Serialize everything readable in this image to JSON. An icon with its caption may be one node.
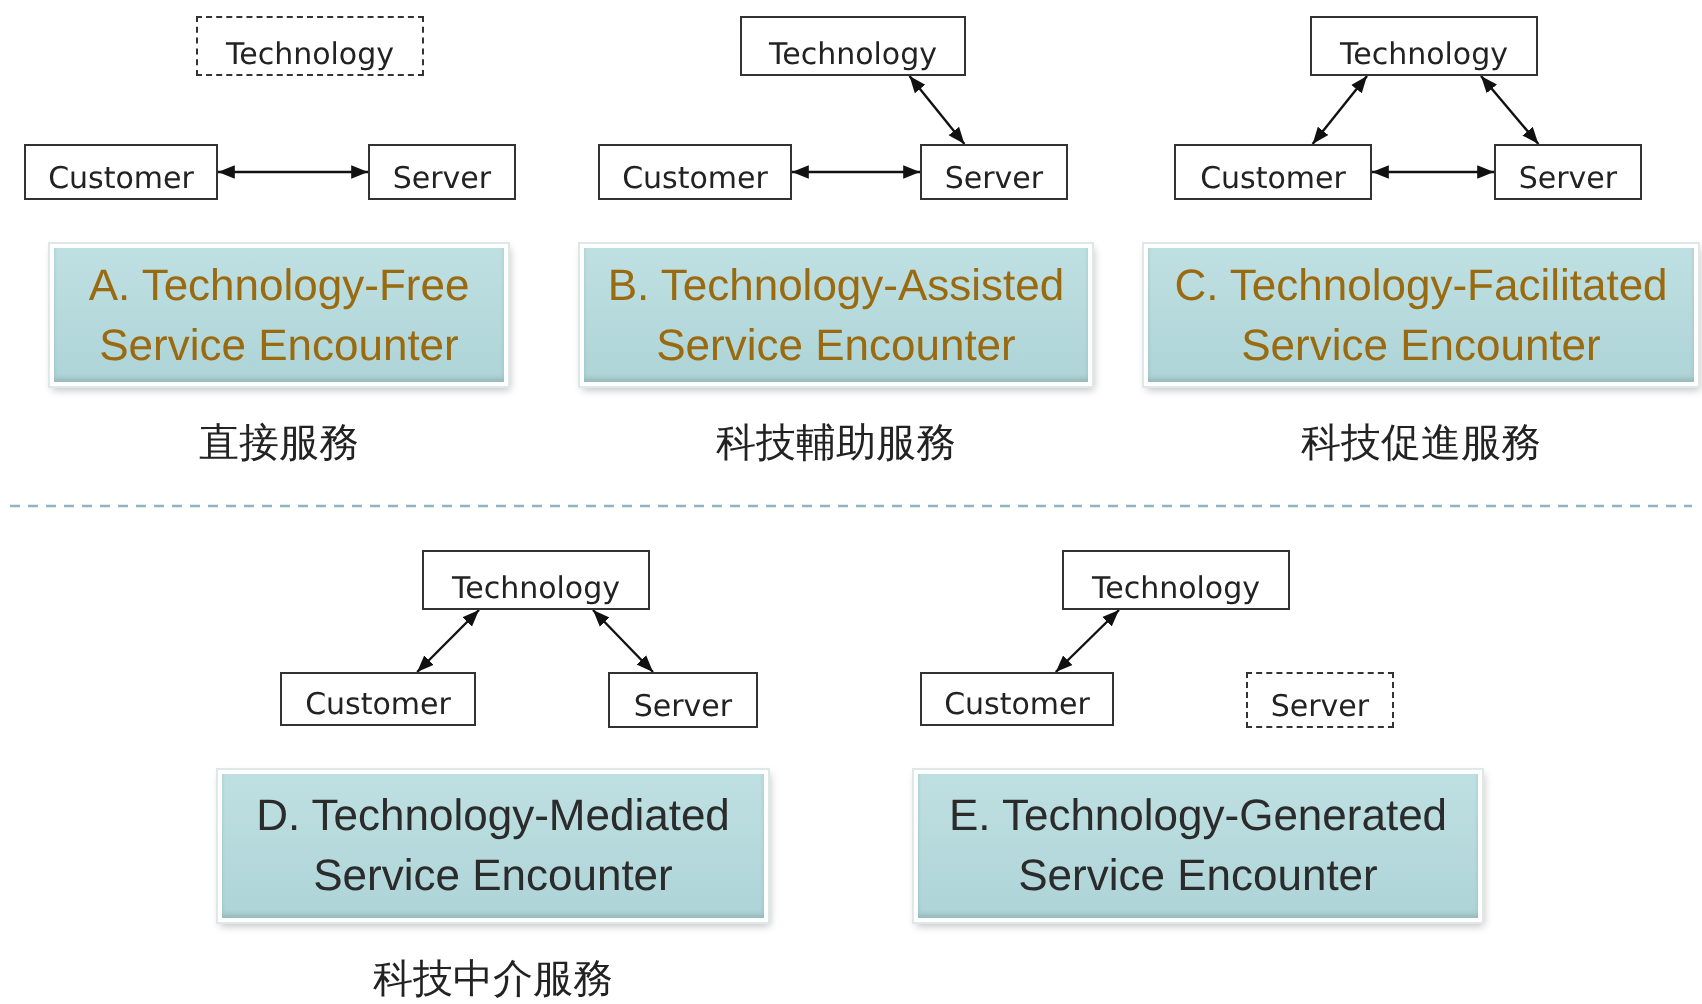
{
  "diagram": {
    "nodes": [
      {
        "text": [
          "Technology"
        ]
      },
      {
        "text": [
          "Customer"
        ]
      },
      {
        "text": [
          "Server"
        ]
      },
      {
        "text": [
          "A. Technology-Free Service Encounter"
        ],
        "beside": [
          "直接服務"
        ]
      },
      {
        "text": [
          "Technology"
        ]
      },
      {
        "text": [
          "Customer"
        ]
      },
      {
        "text": [
          "Server"
        ]
      },
      {
        "text": [
          "B. Technology-Assisted Service Encounter"
        ],
        "beside": [
          "科技輔助服務"
        ]
      },
      {
        "text": [
          "Technology"
        ]
      },
      {
        "text": [
          "Customer"
        ]
      },
      {
        "text": [
          "Server"
        ]
      },
      {
        "text": [
          "C. Technology-Facilitated Service Encounter"
        ],
        "beside": [
          "科技促進服務"
        ]
      },
      {
        "text": [
          "Technology"
        ]
      },
      {
        "text": [
          "Customer"
        ]
      },
      {
        "text": [
          "Server"
        ]
      },
      {
        "text": [
          "D. Technology-Mediated Service Encounter"
        ],
        "beside": [
          "科技中介服務"
        ]
      },
      {
        "text": [
          "Technology"
        ]
      },
      {
        "text": [
          "Customer"
        ]
      },
      {
        "text": [
          "Server"
        ]
      },
      {
        "text": [
          "E. Technology-Generated Service Encounter"
        ]
      }
    ],
    "edges": [
      {
        "from": 1,
        "to": 2,
        "arrow": "both"
      },
      {
        "from": 5,
        "to": 6,
        "arrow": "both"
      },
      {
        "from": 4,
        "to": 6,
        "arrow": "both"
      },
      {
        "from": 8,
        "to": 9,
        "arrow": "both"
      },
      {
        "from": 8,
        "to": 10,
        "arrow": "both"
      },
      {
        "from": 9,
        "to": 10,
        "arrow": "both"
      },
      {
        "from": 12,
        "to": 13,
        "arrow": "both"
      },
      {
        "from": 12,
        "to": 14,
        "arrow": "both"
      },
      {
        "from": 16,
        "to": 17,
        "arrow": "both"
      }
    ]
  }
}
